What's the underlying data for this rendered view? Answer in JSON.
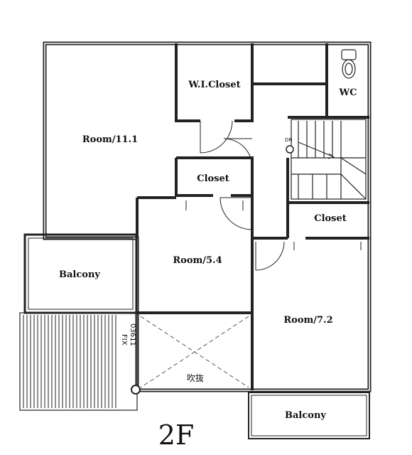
{
  "floor_label": "2F",
  "rooms": {
    "room_11": "Room/11.1",
    "wi_closet": "W.I.Closet",
    "wc": "WC",
    "closet_center": "Closet",
    "closet_right": "Closet",
    "room_5": "Room/5.4",
    "room_7": "Room/7.2",
    "balcony_left": "Balcony",
    "balcony_bottom": "Balcony",
    "void": "吹抜"
  },
  "annotations": {
    "stair_dn": "DN",
    "window_fix": "FIX",
    "window_code": "03611"
  }
}
